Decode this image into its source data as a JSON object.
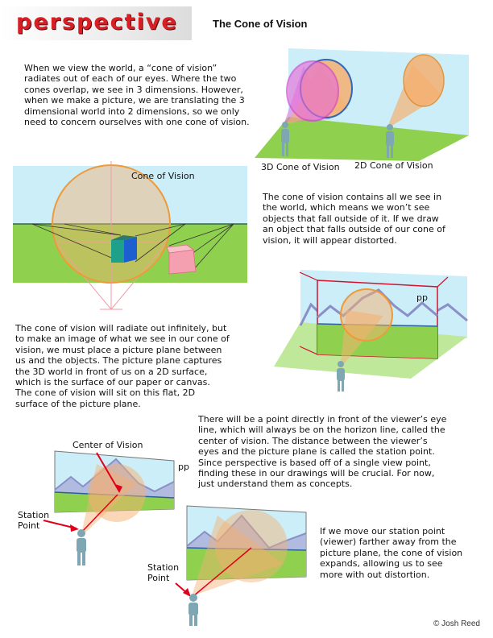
{
  "header": {
    "logo_text": "perspective",
    "title": "The Cone of Vision"
  },
  "paragraphs": {
    "p1": [
      "When we view the world, a “cone of vision”",
      "radiates out of each of our eyes.  Where the two",
      "cones overlap, we see in 3 dimensions.  However,",
      "when we make a picture, we are translating the 3",
      "dimensional world into 2 dimensions, so we only",
      "need to concern ourselves with one cone of vision."
    ],
    "p2": [
      "The cone of vision contains all we see in",
      "the world, which means we won’t see",
      "objects that fall outside of it.  If we draw",
      "an object that falls outside of our cone of",
      "vision, it will appear distorted."
    ],
    "p3": [
      "The cone of vision will radiate out infinitely, but",
      "to make an image of what we see in our cone of",
      "vision, we must place a picture plane between",
      "us and the objects.  The picture plane captures",
      "the 3D world in front of us on a 2D surface,",
      "which  is the surface of our paper or canvas.",
      "The cone of vision will sit on this flat, 2D",
      "surface of the picture plane."
    ],
    "p4": [
      "There will be a point directly in front of the viewer’s eye",
      "line, which will always be on the horizon line, called the",
      "center of vision.  The distance between the viewer’s",
      "eyes and the picture plane is called the station point.",
      "Since perspective is based off of a single view point,",
      "finding these in our drawings will be crucial.  For now,",
      "just understand them as concepts."
    ],
    "p5": [
      "If we move our station point",
      "(viewer) farther away from the",
      "picture plane, the cone of vision",
      "expands, allowing us to see",
      "more with out distortion."
    ]
  },
  "labels": {
    "cone_3d": "3D Cone of Vision",
    "cone_2d": "2D Cone of Vision",
    "cone_of_vision": "Cone of Vision",
    "pp_1": "pp",
    "pp_2": "pp",
    "center_of_vision": "Center of Vision",
    "station_point_1": "Station\nPoint",
    "station_point_2": "Station\nPoint"
  },
  "credit": "© Josh Reed",
  "colors": {
    "logo_red": "#d81f26",
    "sky": "#cceef8",
    "ground": "#8fd14f",
    "cone_orange": "#f5b070",
    "cone_pink": "#e76fd8",
    "figure": "#7fa7b3",
    "arrow_red": "#e0001b"
  }
}
